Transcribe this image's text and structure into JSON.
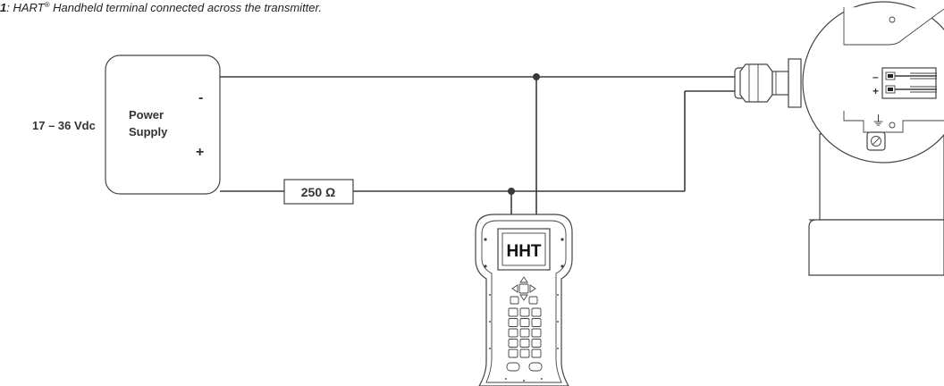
{
  "caption": {
    "prefix": "1",
    "text": ": HART",
    "registered": "®",
    "rest": " Handheld terminal connected across the transmitter."
  },
  "voltage_label": "17 – 36 Vdc",
  "power_supply": {
    "line1": "Power",
    "line2": "Supply",
    "minus": "-",
    "plus": "+"
  },
  "resistor_label": "250 Ω",
  "handheld": {
    "screen_text": "HHT"
  },
  "transmitter": {
    "terminal_minus": "–",
    "terminal_plus": "+",
    "ground_symbol": "⏚"
  }
}
